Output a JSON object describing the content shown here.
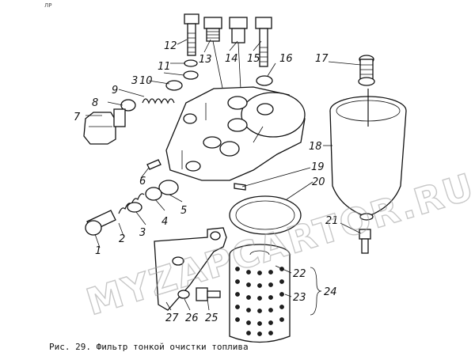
{
  "caption": "Рис. 29. Фильтр тонкой очистки топлива",
  "corner_mark": "ЛР",
  "watermark": "MYZAPCARTOR.RU",
  "callouts": [
    "1",
    "2",
    "3",
    "4",
    "5",
    "6",
    "7",
    "8",
    "9",
    "10",
    "11",
    "3",
    "12",
    "13",
    "14",
    "15",
    "16",
    "17",
    "18",
    "19",
    "20",
    "21",
    "22",
    "23",
    "24",
    "25",
    "26",
    "27"
  ],
  "icons": [
    "fuel-filter-assembly-drawing"
  ]
}
